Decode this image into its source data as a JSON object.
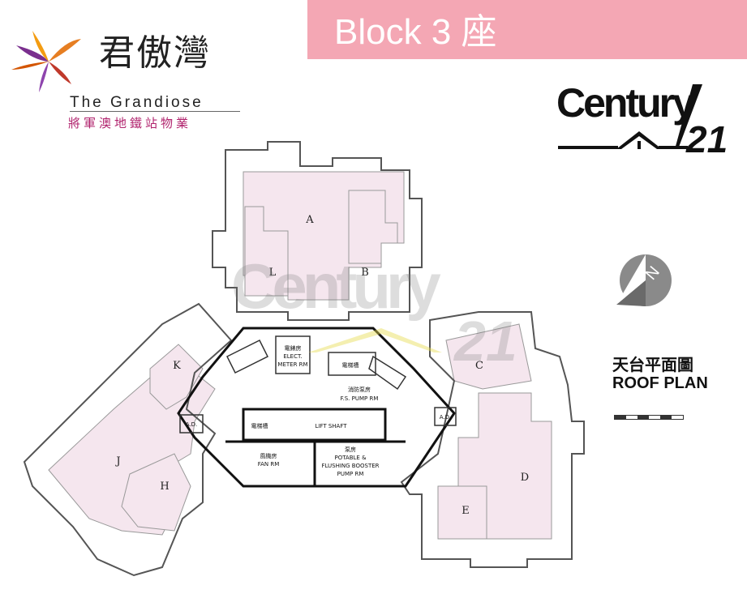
{
  "logo": {
    "chinese_name": "君傲灣",
    "english_name": "The Grandiose",
    "subtitle": "將軍澳地鐵站物業"
  },
  "header": {
    "block_title": "Block 3 座",
    "banner_color": "#f4a7b4"
  },
  "brand": {
    "name": "Century 21",
    "icon": "century21-logo"
  },
  "compass": {
    "label": "N",
    "icon": "north-arrow-icon"
  },
  "plan_title": {
    "chinese": "天台平面圖",
    "english": "ROOF PLAN"
  },
  "units": [
    "A",
    "B",
    "L",
    "K",
    "J",
    "H",
    "C",
    "D",
    "E"
  ],
  "rooms": {
    "elect_cn": "電錶房",
    "elect_en_1": "ELECT.",
    "elect_en_2": "METER RM",
    "cable_1": "電梯槽",
    "cable_2": "電梯槽",
    "fs_pump_cn": "消防泵房",
    "fs_pump_en": "F.S. PUMP RM",
    "lift_shaft": "LIFT SHAFT",
    "fan_cn": "風機房",
    "fan_en": "FAN RM",
    "pump_cn": "泵房",
    "pump_en_1": "POTABLE &",
    "pump_en_2": "FLUSHING BOOSTER",
    "pump_en_3": "PUMP RM",
    "ad_left": "A.D.",
    "ad_right": "A.D."
  },
  "colors": {
    "unit_fill": "#f5e6ee",
    "wall": "#555555",
    "core_wall": "#111111"
  }
}
